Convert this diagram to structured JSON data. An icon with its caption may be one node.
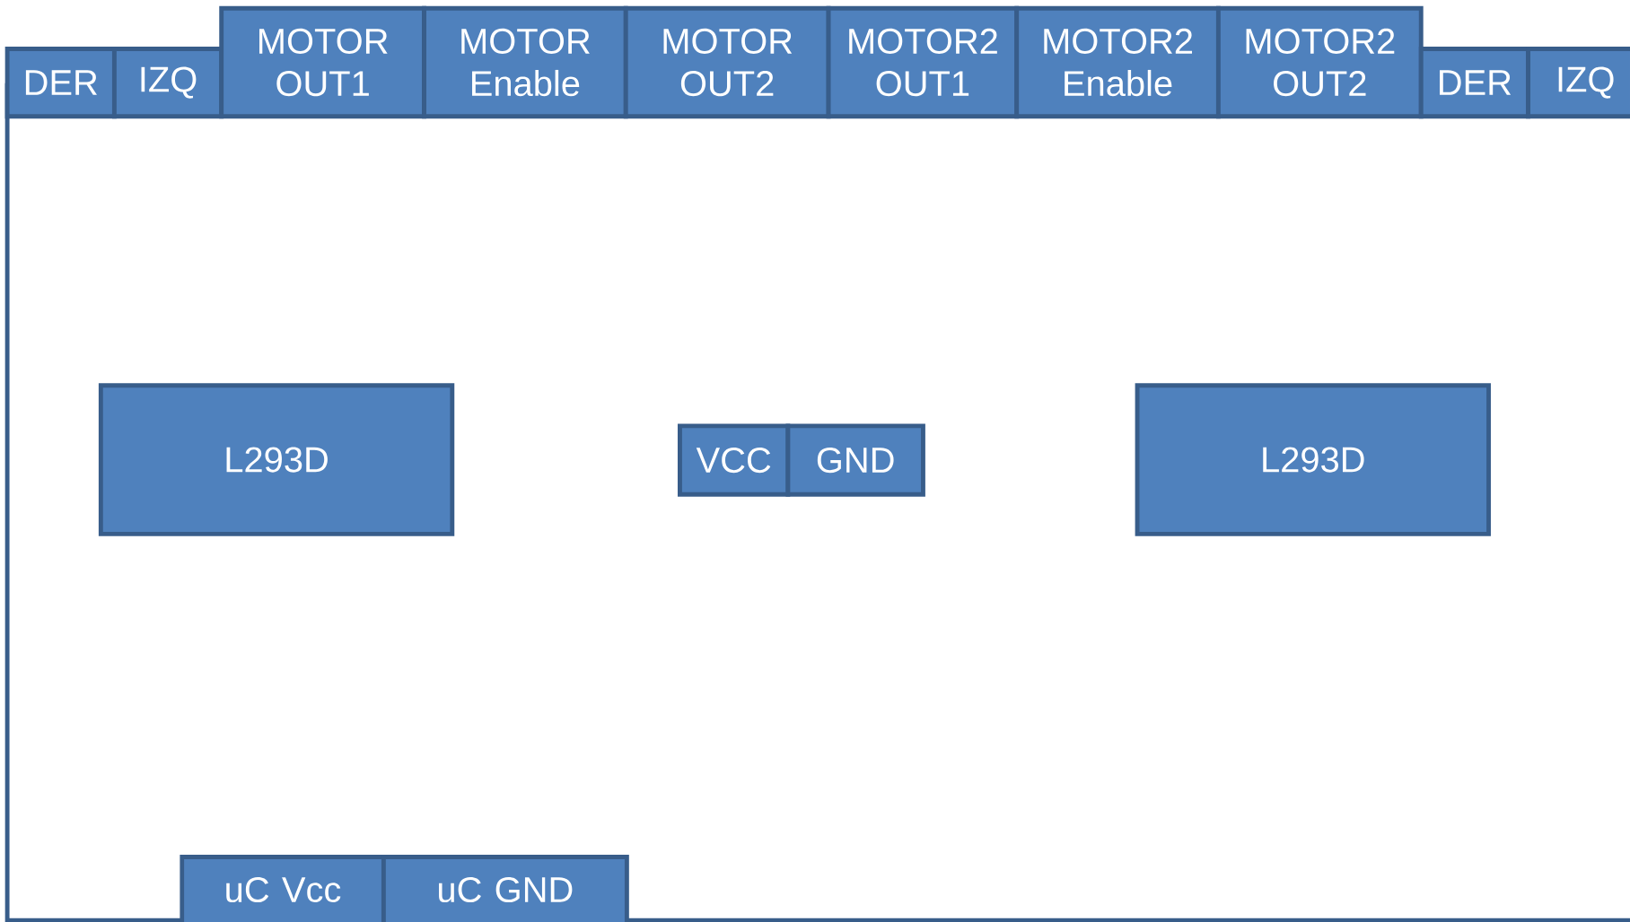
{
  "diagram": {
    "nodes": [
      {
        "text": [
          "DER"
        ]
      },
      {
        "text": [
          "IZQ"
        ]
      },
      {
        "text": [
          "MOTOR OUT1"
        ]
      },
      {
        "text": [
          "MOTOR Enable"
        ]
      },
      {
        "text": [
          "MOTOR OUT2"
        ]
      },
      {
        "text": [
          "MOTOR2 OUT1"
        ]
      },
      {
        "text": [
          "MOTOR2 Enable"
        ]
      },
      {
        "text": [
          "MOTOR2 OUT2"
        ]
      },
      {
        "text": [
          "DER"
        ]
      },
      {
        "text": [
          "IZQ"
        ]
      },
      {
        "text": [
          "L293D"
        ]
      },
      {
        "text": [
          "VCC"
        ]
      },
      {
        "text": [
          "GND"
        ]
      },
      {
        "text": [
          "L293D"
        ]
      },
      {
        "text": [
          "uC Vcc"
        ]
      },
      {
        "text": [
          "uC GND"
        ]
      }
    ]
  }
}
